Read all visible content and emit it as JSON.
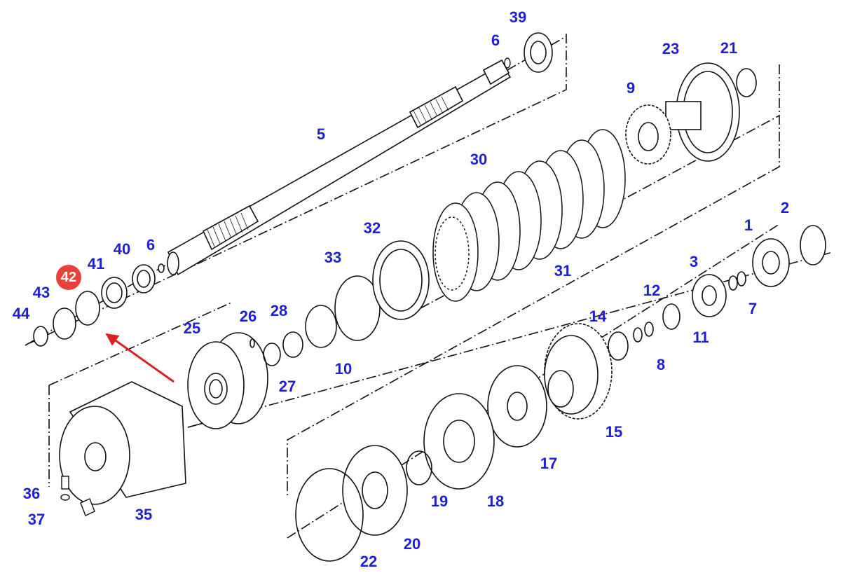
{
  "diagram": {
    "colors": {
      "label": "#1f1fd6",
      "highlight_badge": "#e8413a",
      "highlight_text": "#ffffff",
      "arrow": "#e02020",
      "line": "#111111"
    },
    "highlighted_part": "42",
    "labels": {
      "p1": "1",
      "p2": "2",
      "p3": "3",
      "p5": "5",
      "p6a": "6",
      "p6b": "6",
      "p7": "7",
      "p8": "8",
      "p9": "9",
      "p10": "10",
      "p11": "11",
      "p12": "12",
      "p14": "14",
      "p15": "15",
      "p17": "17",
      "p18": "18",
      "p19": "19",
      "p20": "20",
      "p21": "21",
      "p22": "22",
      "p23": "23",
      "p25": "25",
      "p26": "26",
      "p27": "27",
      "p28": "28",
      "p30": "30",
      "p31": "31",
      "p32": "32",
      "p33": "33",
      "p35": "35",
      "p36": "36",
      "p37": "37",
      "p39": "39",
      "p40": "40",
      "p41": "41",
      "p42": "42",
      "p43": "43",
      "p44": "44"
    },
    "icons": {
      "pointer": "red-arrow-icon"
    }
  }
}
